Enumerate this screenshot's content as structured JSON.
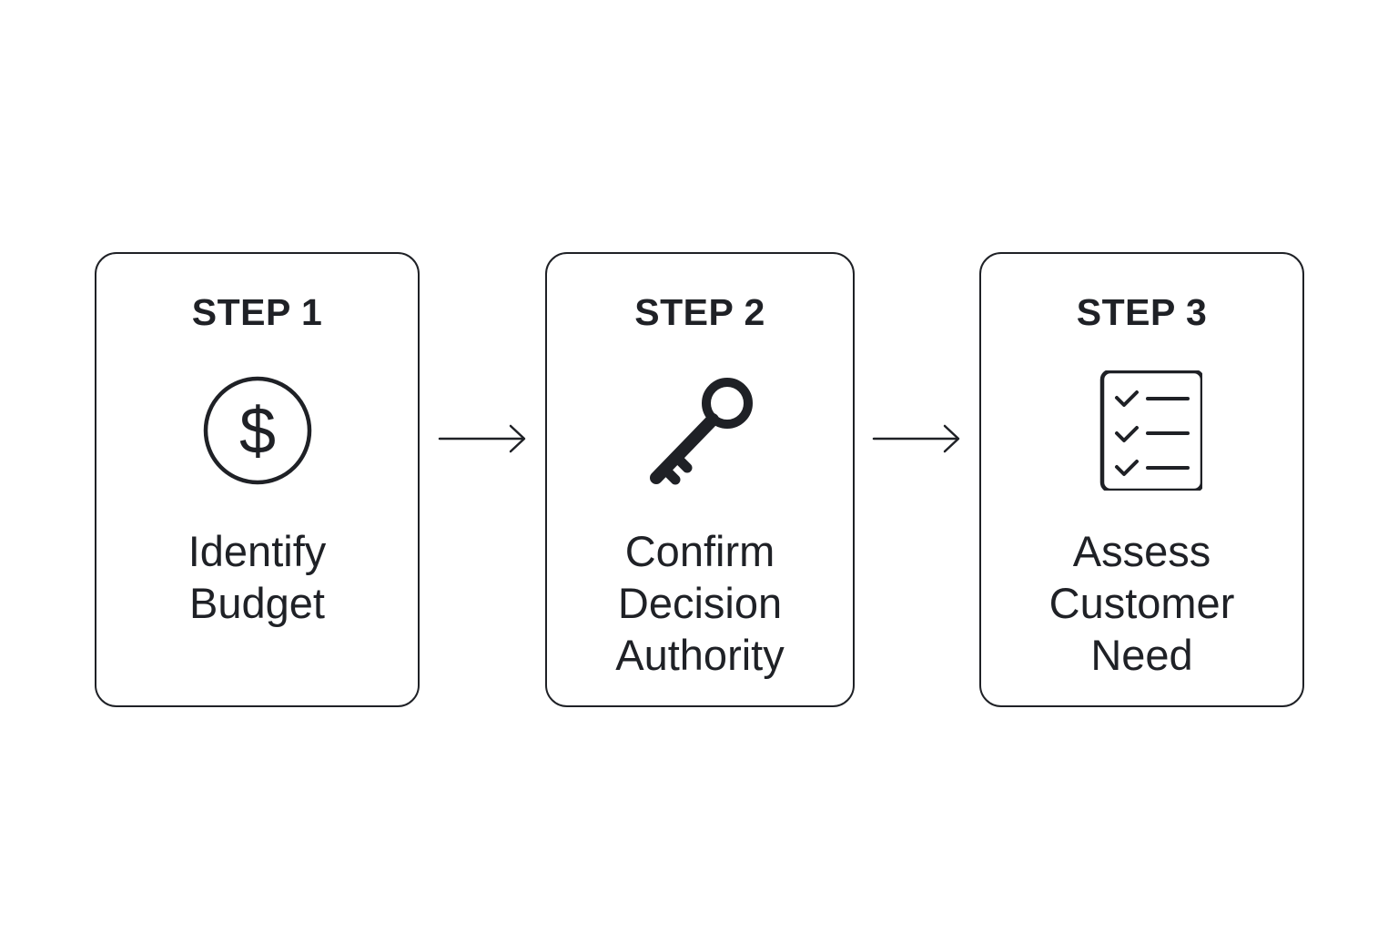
{
  "steps": [
    {
      "title": "STEP 1",
      "icon": "dollar-coin-icon",
      "label_lines": [
        "Identify",
        "Budget"
      ]
    },
    {
      "title": "STEP 2",
      "icon": "key-icon",
      "label_lines": [
        "Confirm",
        "Decision",
        "Authority"
      ]
    },
    {
      "title": "STEP 3",
      "icon": "checklist-icon",
      "label_lines": [
        "Assess",
        "Customer",
        "Need"
      ]
    }
  ],
  "connectors": [
    {
      "from": "STEP 1",
      "to": "STEP 2",
      "icon": "arrow-right-icon"
    },
    {
      "from": "STEP 2",
      "to": "STEP 3",
      "icon": "arrow-right-icon"
    }
  ],
  "colors": {
    "stroke": "#1f2126",
    "background": "#ffffff"
  },
  "icons": {
    "dollar_symbol": "$"
  }
}
